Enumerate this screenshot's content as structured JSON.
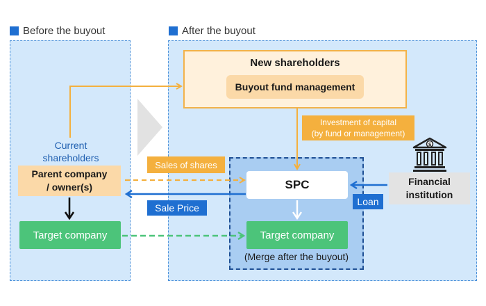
{
  "sections": {
    "before_label": "Before the buyout",
    "after_label": "After the buyout"
  },
  "new_shareholders": {
    "title": "New shareholders",
    "fund": "Buyout fund management"
  },
  "investment_label": {
    "line1": "Investment of capital",
    "line2": "(by fund or management)"
  },
  "current_shareholders": {
    "line1": "Current",
    "line2": "shareholders"
  },
  "parent_company": {
    "line1": "Parent company",
    "line2": "/ owner(s)"
  },
  "target_company_before": "Target company",
  "target_company_after": "Target company",
  "spc": "SPC",
  "merge_note": "(Merge after the buyout)",
  "sales_of_shares": "Sales of shares",
  "sale_price": "Sale Price",
  "loan": "Loan",
  "financial_institution": {
    "line1": "Financial",
    "line2": "institution"
  },
  "icons": {
    "bank": "bank-icon",
    "phase_arrow": "chevron-right-icon"
  },
  "colors": {
    "accent_blue": "#1f6fd1",
    "orange": "#f4b03e",
    "green": "#4cc47a",
    "panel_blue": "#d3e8fb"
  }
}
